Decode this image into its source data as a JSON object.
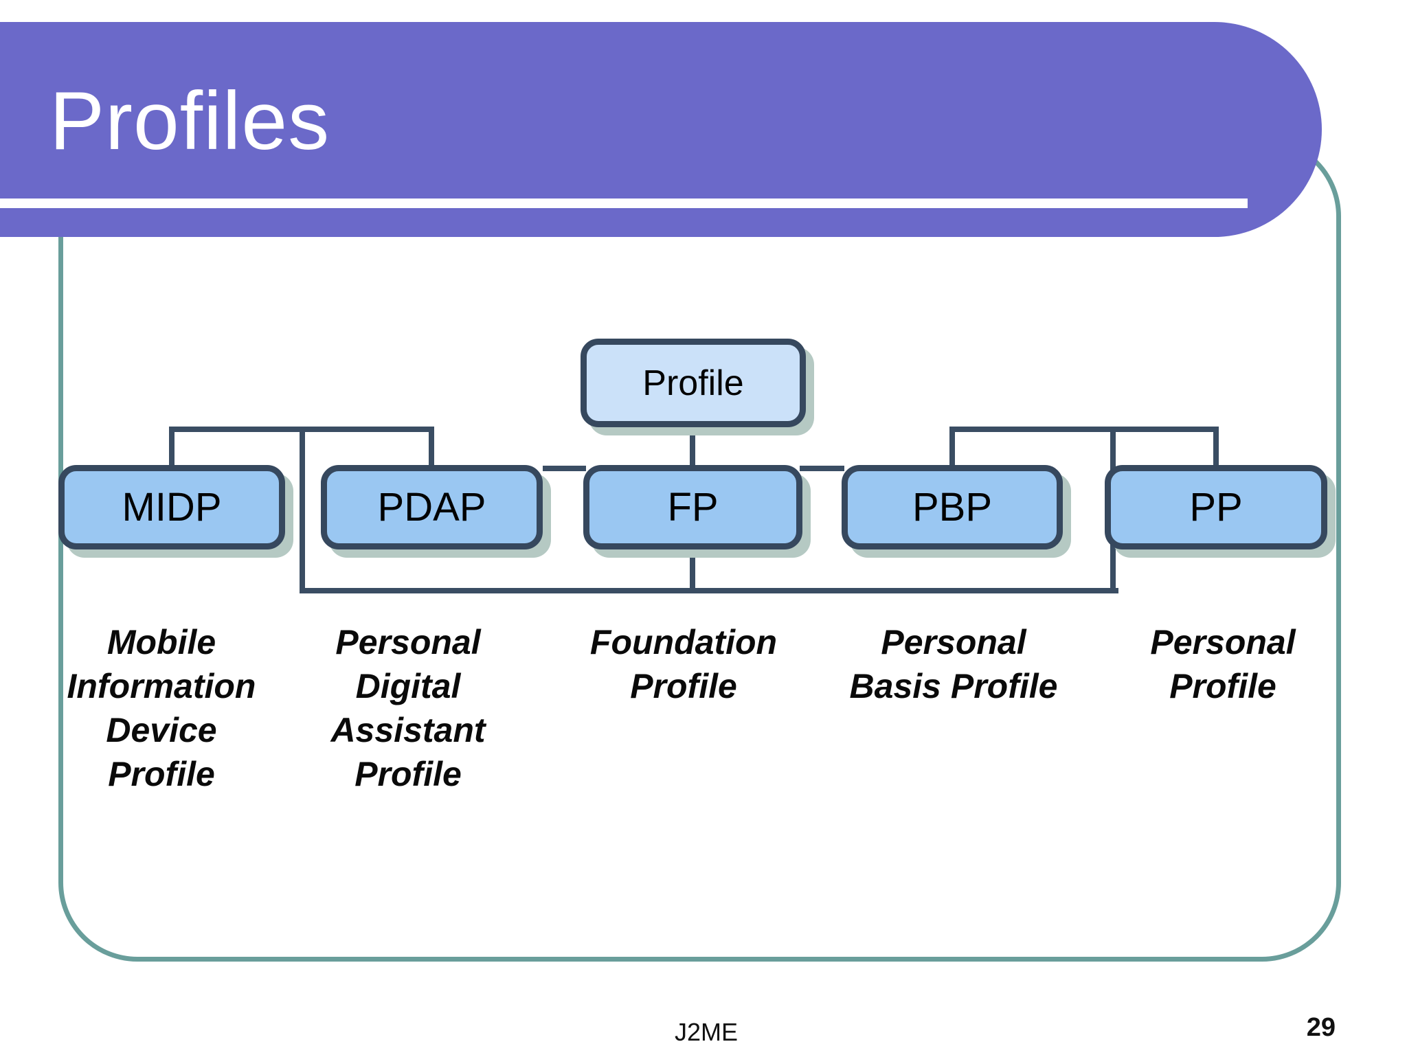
{
  "slide": {
    "title": "Profiles",
    "footer": "J2ME",
    "page_number": "29"
  },
  "colors": {
    "title_bar": "#6b69c9",
    "frame": "#699e9b",
    "box_fill": "#9ac7f2",
    "box_fill_light": "#cbe1f9",
    "box_border": "#36485e",
    "connector": "#3a4d63",
    "shadow": "#b5c9c3"
  },
  "diagram": {
    "root": {
      "id": "profile",
      "label": "Profile"
    },
    "boxes": [
      {
        "id": "midp",
        "label": "MIDP",
        "description": "Mobile\nInformation\nDevice\nProfile"
      },
      {
        "id": "pdap",
        "label": "PDAP",
        "description": "Personal\nDigital\nAssistant\nProfile"
      },
      {
        "id": "fp",
        "label": "FP",
        "description": "Foundation\nProfile"
      },
      {
        "id": "pbp",
        "label": "PBP",
        "description": "Personal\nBasis Profile"
      },
      {
        "id": "pp",
        "label": "PP",
        "description": "Personal\nProfile"
      }
    ]
  }
}
